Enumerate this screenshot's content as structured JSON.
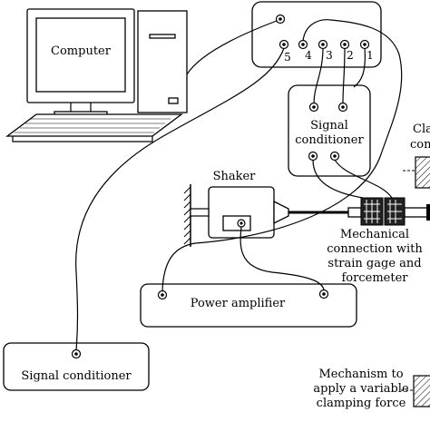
{
  "labels": {
    "computer": "Computer",
    "ports": [
      "5",
      "4",
      "3",
      "2",
      "1"
    ],
    "signal_conditioner_top_line1": "Signal",
    "signal_conditioner_top_line2": "conditioner",
    "clamp_partial_line1": "Cla",
    "clamp_partial_line2": "conc",
    "shaker": "Shaker",
    "mechanical_line1": "Mechanical",
    "mechanical_line2": "connection with",
    "mechanical_line3": "strain gage and",
    "mechanical_line4": "forcemeter",
    "power_amplifier": "Power amplifier",
    "signal_conditioner_bottom": "Signal conditioner",
    "mechanism_line1": "Mechanism to",
    "mechanism_line2": "apply a variable",
    "mechanism_line3": "clamping force"
  }
}
